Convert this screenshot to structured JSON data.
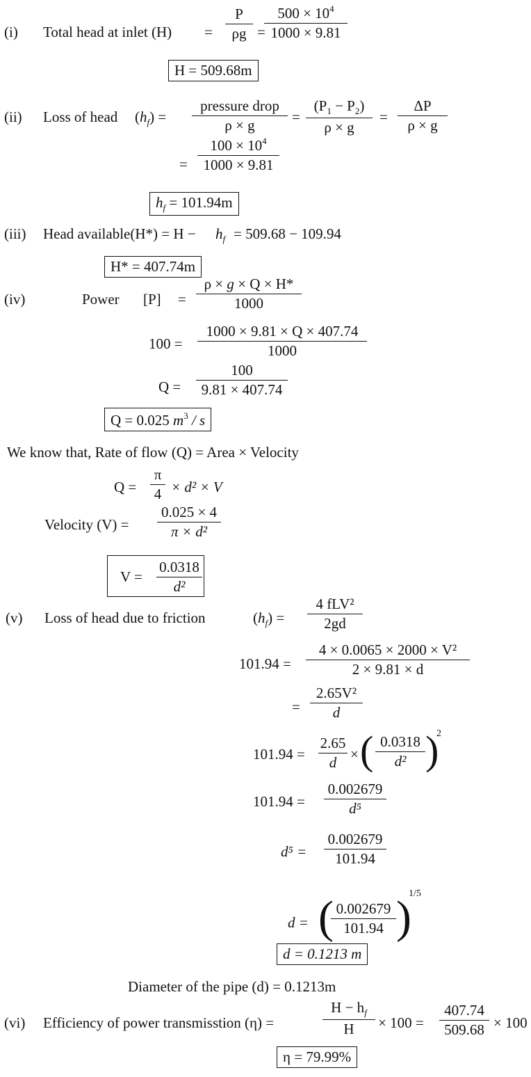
{
  "s1": {
    "num": "(i)",
    "label": "Total head at inlet (H)",
    "f1n": "P",
    "f1d": "ρg",
    "f2n": "500 × 10",
    "f2n_sup": "4",
    "f2d": "1000 × 9.81",
    "result": "H = 509.68m"
  },
  "s2": {
    "num": "(ii)",
    "label": "Loss of head",
    "f1n": "pressure drop",
    "f1d": "ρ × g",
    "f2n_a": "(P",
    "f2n_s1": "1",
    "f2n_b": " − P",
    "f2n_s2": "2",
    "f2n_c": ")",
    "f2d": "ρ × g",
    "f3n": "ΔP",
    "f3d": "ρ × g",
    "f4n": "100 × 10",
    "f4n_sup": "4",
    "f4d": "1000 × 9.81",
    "result_rhs": " = 101.94m"
  },
  "s3": {
    "num": "(iii)",
    "label": "Head available(H*) = H −",
    "rhs": "= 509.68 − 109.94",
    "result": "H* = 407.74m"
  },
  "s4": {
    "num": "(iv)",
    "label": "Power",
    "sym": "[P]",
    "f1n_a": "ρ × ",
    "f1n_b": " × Q × H*",
    "f1d": "1000",
    "lhs2": "100 =",
    "f2n": "1000 × 9.81 × Q × 407.74",
    "f2d": "1000",
    "lhs3": "Q =",
    "f3n": "100",
    "f3d": "9.81 × 407.74",
    "result_a": "Q = 0.025 ",
    "result_unit": "m",
    "result_sup": "3",
    "result_b": " / s"
  },
  "s5": {
    "intro": "We know that, Rate of flow (Q) = Area × Velocity",
    "lhs1": "Q =",
    "f1n": "π",
    "f1d": "4",
    "tail1": "× d² × V",
    "label2": "Velocity (V) =",
    "f2n": "0.025 × 4",
    "f2d": "π × d²",
    "res_lhs": "V =",
    "res_n": "0.0318",
    "res_d": "d²"
  },
  "s6": {
    "num": "(v)",
    "label": "Loss of head due to friction",
    "f1n": "4 fLV²",
    "f1d": "2gd",
    "lhs2": "101.94 =",
    "f2n": "4 × 0.0065 × 2000 × V²",
    "f2d": "2 × 9.81 × d",
    "f3n": "2.65V²",
    "f3d": "d",
    "lhs4": "101.94 =",
    "f4n": "2.65",
    "f4d": "d",
    "f4p_n": "0.0318",
    "f4p_d": "d²",
    "f4_exp": "2",
    "lhs5": "101.94 =",
    "f5n": "0.002679",
    "f5d": "d⁵",
    "lhs6": "d⁵ =",
    "f6n": "0.002679",
    "f6d": "101.94",
    "lhs7": "d =",
    "f7n": "0.002679",
    "f7d": "101.94",
    "f7_exp": "1/5",
    "result": "d = 0.1213 m",
    "diam": "Diameter of the pipe (d) = 0.1213m"
  },
  "s7": {
    "num": "(vi)",
    "label": "Efficiency of power transmisstion (η) =",
    "f1n": "H − h",
    "f1n_sub": "f",
    "f1d": "H",
    "mul1": "× 100 =",
    "f2n": "407.74",
    "f2d": "509.68",
    "mul2": "× 100",
    "result": "η = 79.99%"
  }
}
